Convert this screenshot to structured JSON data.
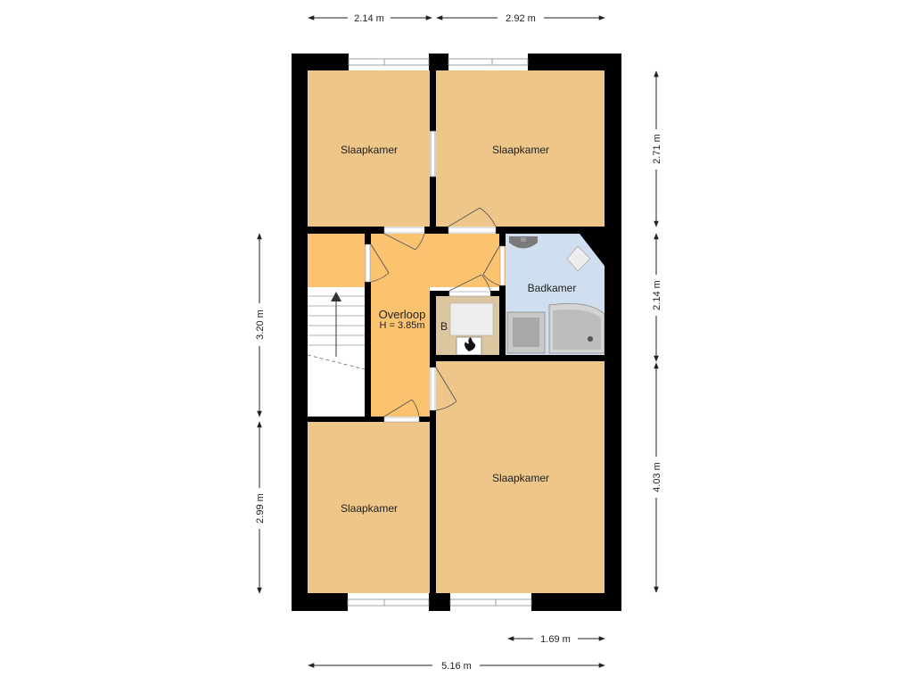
{
  "rooms": {
    "bedroom_top_left": "Slaapkamer",
    "bedroom_top_right": "Slaapkamer",
    "bedroom_bottom_left": "Slaapkamer",
    "bedroom_bottom_right": "Slaapkamer",
    "bathroom": "Badkamer",
    "landing": "Overloop",
    "landing_height": "H = 3.85m",
    "boiler_closet": "B"
  },
  "dimensions": {
    "top_left_width": "2.14 m",
    "top_right_width": "2.92 m",
    "right_upper": "2.71 m",
    "right_middle": "2.14 m",
    "right_lower": "4.03 m",
    "left_upper": "3.20 m",
    "left_lower": "2.99 m",
    "bottom_partial": "1.69 m",
    "bottom_total": "5.16 m"
  },
  "colors": {
    "bedroom_fill": "#eec68a",
    "landing_fill": "#fbc26f",
    "bathroom_fill": "#cfdff0",
    "closet_fill": "#dcc6a0",
    "wall": "#000000"
  }
}
